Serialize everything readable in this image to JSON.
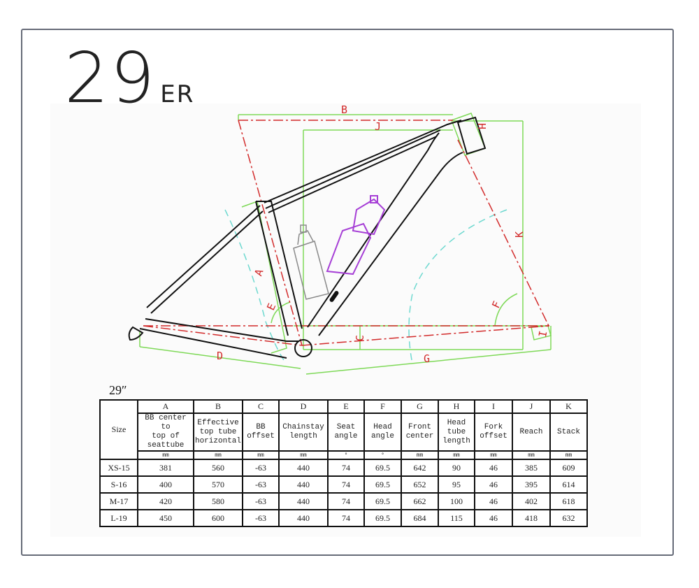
{
  "title": {
    "number": "29",
    "suffix": "ER"
  },
  "diagram": {
    "dimension_labels": [
      "A",
      "B",
      "C",
      "D",
      "E",
      "F",
      "G",
      "H",
      "I",
      "J",
      "K"
    ],
    "colors": {
      "frame": "#111111",
      "dimension": "#7ed957",
      "centerline": "#d22b2b",
      "arc": "#6fd9d0",
      "bottle_primary": "#a63fd6",
      "bottle_secondary": "#8a8a8a"
    }
  },
  "table": {
    "caption": "29″",
    "size_header": "Size",
    "columns": [
      {
        "letter": "A",
        "desc": [
          "BB center to",
          "top of",
          "seattube"
        ],
        "unit": "mm"
      },
      {
        "letter": "B",
        "desc": [
          "Effective",
          "top tube",
          "horizontal"
        ],
        "unit": "mm"
      },
      {
        "letter": "C",
        "desc": [
          "BB",
          "offset"
        ],
        "unit": "mm"
      },
      {
        "letter": "D",
        "desc": [
          "Chainstay",
          "length"
        ],
        "unit": "mm"
      },
      {
        "letter": "E",
        "desc": [
          "Seat",
          "angle"
        ],
        "unit": "°"
      },
      {
        "letter": "F",
        "desc": [
          "Head",
          "angle"
        ],
        "unit": "°"
      },
      {
        "letter": "G",
        "desc": [
          "Front",
          "center"
        ],
        "unit": "mm"
      },
      {
        "letter": "H",
        "desc": [
          "Head",
          "tube",
          "length"
        ],
        "unit": "mm"
      },
      {
        "letter": "I",
        "desc": [
          "Fork",
          "offset"
        ],
        "unit": "mm"
      },
      {
        "letter": "J",
        "desc": [
          "Reach"
        ],
        "unit": "mm"
      },
      {
        "letter": "K",
        "desc": [
          "Stack"
        ],
        "unit": "mm"
      }
    ],
    "rows": [
      {
        "size": "XS-15",
        "values": [
          "381",
          "560",
          "-63",
          "440",
          "74",
          "69.5",
          "642",
          "90",
          "46",
          "385",
          "609"
        ]
      },
      {
        "size": "S-16",
        "values": [
          "400",
          "570",
          "-63",
          "440",
          "74",
          "69.5",
          "652",
          "95",
          "46",
          "395",
          "614"
        ]
      },
      {
        "size": "M-17",
        "values": [
          "420",
          "580",
          "-63",
          "440",
          "74",
          "69.5",
          "662",
          "100",
          "46",
          "402",
          "618"
        ]
      },
      {
        "size": "L-19",
        "values": [
          "450",
          "600",
          "-63",
          "440",
          "74",
          "69.5",
          "684",
          "115",
          "46",
          "418",
          "632"
        ]
      }
    ]
  }
}
